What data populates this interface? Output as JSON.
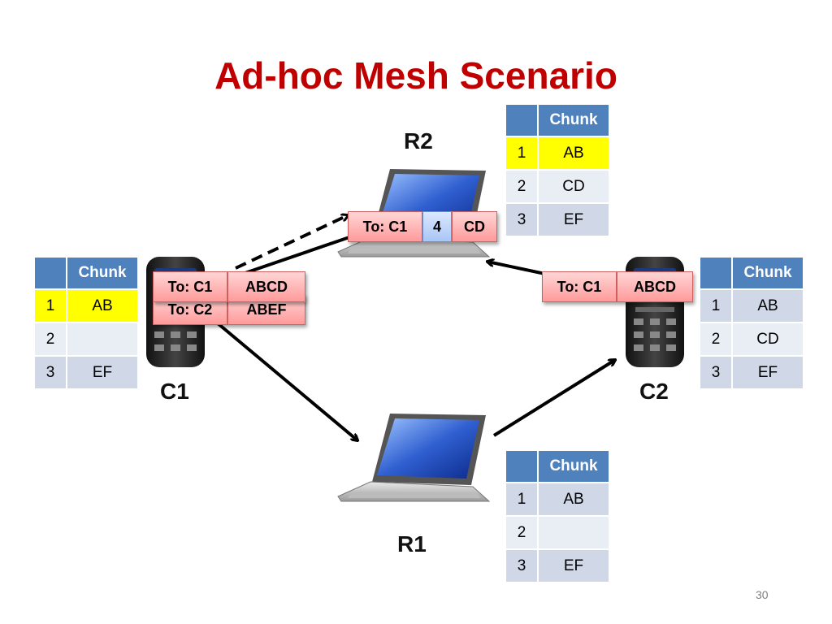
{
  "title": "Ad-hoc Mesh Scenario",
  "nodes": {
    "r2": "R2",
    "r1": "R1",
    "c1": "C1",
    "c2": "C2"
  },
  "tables": {
    "r2": {
      "header": "Chunk",
      "rows": [
        {
          "index": "1",
          "value": "AB",
          "highlight": true
        },
        {
          "index": "2",
          "value": "CD"
        },
        {
          "index": "3",
          "value": "EF"
        }
      ]
    },
    "c1": {
      "header": "Chunk",
      "rows": [
        {
          "index": "1",
          "value": "AB",
          "highlight": true
        },
        {
          "index": "2",
          "value": ""
        },
        {
          "index": "3",
          "value": "EF"
        }
      ]
    },
    "c2": {
      "header": "Chunk",
      "rows": [
        {
          "index": "1",
          "value": "AB"
        },
        {
          "index": "2",
          "value": "CD"
        },
        {
          "index": "3",
          "value": "EF"
        }
      ]
    },
    "r1": {
      "header": "Chunk",
      "rows": [
        {
          "index": "1",
          "value": "AB"
        },
        {
          "index": "2",
          "value": ""
        },
        {
          "index": "3",
          "value": "EF"
        }
      ]
    }
  },
  "packets": {
    "r2": {
      "to": "To: C1",
      "seq": "4",
      "payload": "CD"
    },
    "c1_front": {
      "to": "To: C1",
      "payload": "ABCD"
    },
    "c1_back": {
      "to": "To: C2",
      "payload": "ABEF"
    },
    "c2": {
      "to": "To: C1",
      "payload": "ABCD"
    }
  },
  "page_number": "30"
}
